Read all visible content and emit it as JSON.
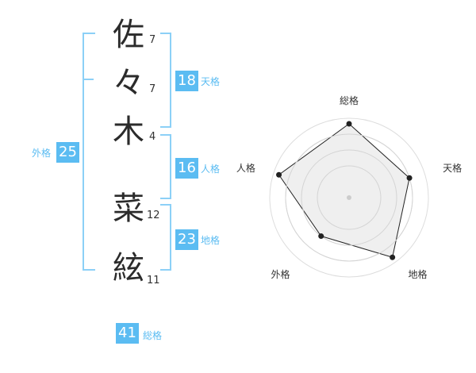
{
  "name_chars": [
    {
      "char": "佐",
      "strokes": "7"
    },
    {
      "char": "々",
      "strokes": "7"
    },
    {
      "char": "木",
      "strokes": "4"
    },
    {
      "char": "菜",
      "strokes": "12"
    },
    {
      "char": "絃",
      "strokes": "11"
    }
  ],
  "kaku": {
    "tenkaku": {
      "value": "18",
      "label": "天格"
    },
    "jinkaku": {
      "value": "16",
      "label": "人格"
    },
    "chikaku": {
      "value": "23",
      "label": "地格"
    },
    "gaikaku": {
      "value": "25",
      "label": "外格"
    },
    "soukaku": {
      "value": "41",
      "label": "総格"
    }
  },
  "colors": {
    "accent": "#5bbcf2",
    "bracket": "#8cd0f7",
    "radar_fill": "#efefef"
  },
  "chart_data": {
    "type": "radar",
    "axes": [
      "総格",
      "天格",
      "地格",
      "外格",
      "人格"
    ],
    "values": [
      0.93,
      0.8,
      0.93,
      0.6,
      0.93
    ],
    "max": 1
  }
}
